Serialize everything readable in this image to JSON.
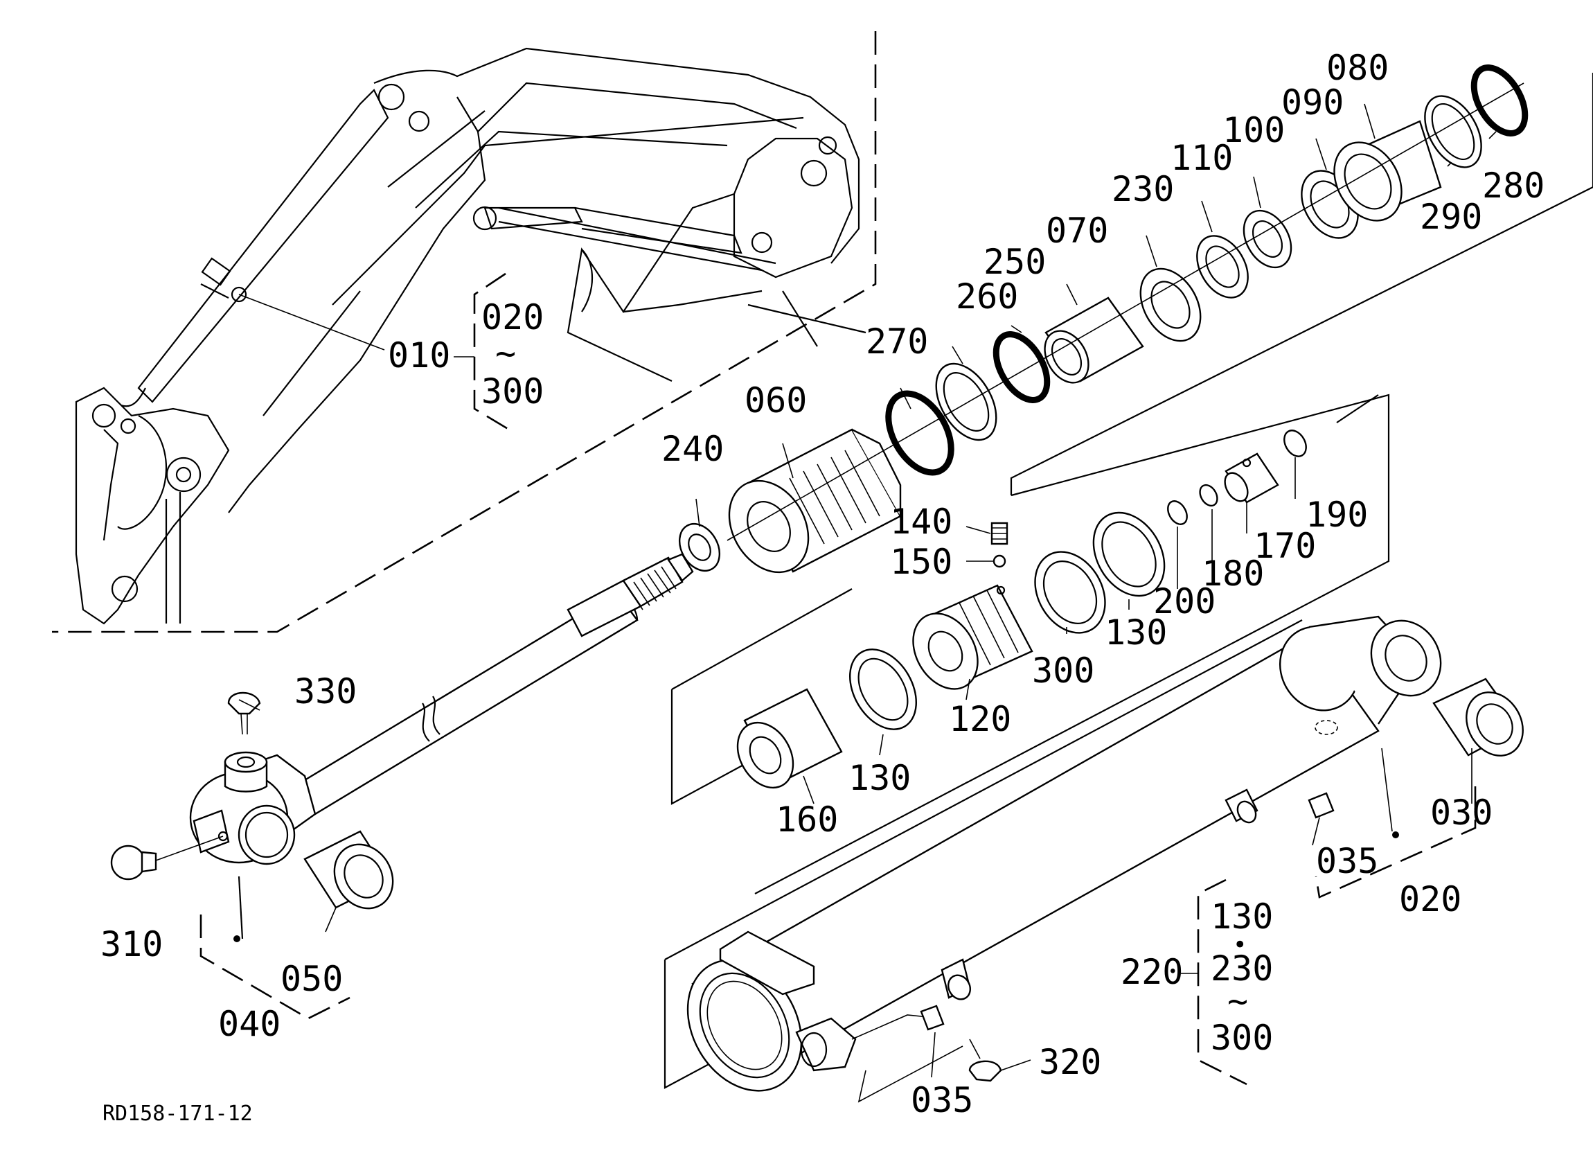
{
  "diagram": {
    "reference": "RD158-171-12",
    "labels": {
      "p010": "010",
      "p020_range_start": "020",
      "p_range_tilde": "~",
      "p300_range_end": "300",
      "p270": "270",
      "p260": "260",
      "p250": "250",
      "p070": "070",
      "p230": "230",
      "p110": "110",
      "p100": "100",
      "p090": "090",
      "p080": "080",
      "p290": "290",
      "p280": "280",
      "p060": "060",
      "p240": "240",
      "p140": "140",
      "p150": "150",
      "p300": "300",
      "p130a": "130",
      "p200": "200",
      "p180": "180",
      "p170": "170",
      "p190": "190",
      "p120": "120",
      "p130b": "130",
      "p160": "160",
      "p330": "330",
      "p310": "310",
      "p050": "050",
      "p040": "040",
      "p035a": "035",
      "p030": "030",
      "p020": "020",
      "p220": "220",
      "p220_130": "130",
      "p220_dot": "•",
      "p220_230": "230",
      "p220_tilde": "~",
      "p220_300": "300",
      "p035b": "035",
      "p320": "320"
    }
  }
}
